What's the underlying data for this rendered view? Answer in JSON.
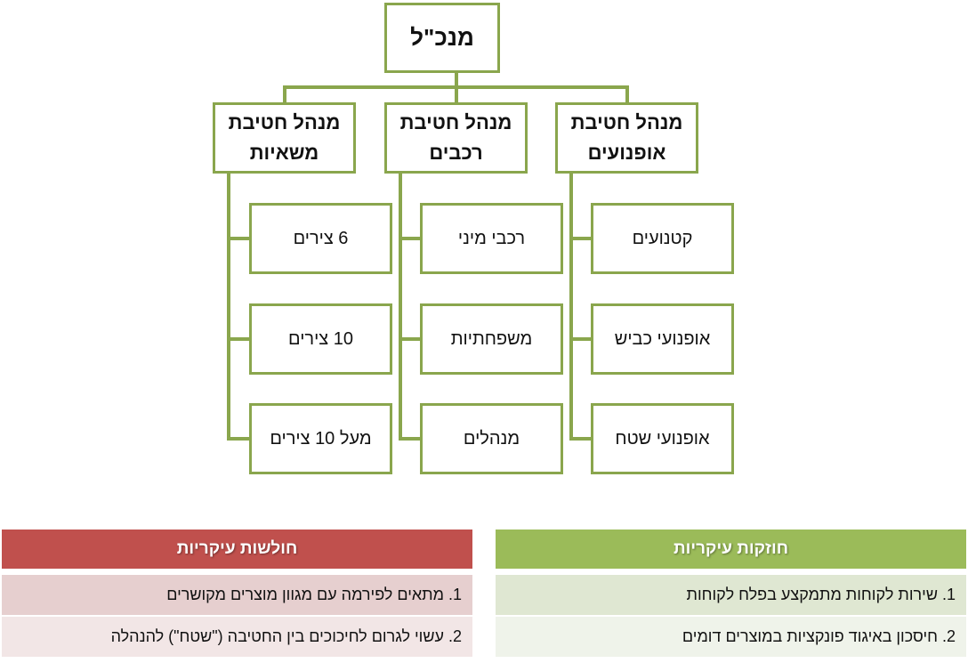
{
  "org": {
    "root": "מנכ\"ל",
    "divisions": [
      {
        "title": "מנהל חטיבת אופנועים",
        "children": [
          "קטנועים",
          "אופנועי כביש",
          "אופנועי שטח"
        ]
      },
      {
        "title": "מנהל חטיבת רכבים",
        "children": [
          "רכבי מיני",
          "משפחתיות",
          "מנהלים"
        ]
      },
      {
        "title": "מנהל חטיבת משאיות",
        "children": [
          "6 צירים",
          "10 צירים",
          "מעל 10 צירים"
        ]
      }
    ]
  },
  "strengths": {
    "title": "חוזקות עיקריות",
    "items": [
      "1. שירות לקוחות מתמקצע בפלח לקוחות",
      "2. חיסכון באיגוד פונקציות במוצרים דומים"
    ],
    "color": "#9bbb59"
  },
  "weaknesses": {
    "title": "חולשות עיקריות",
    "items": [
      "1. מתאים לפירמה עם מגוון מוצרים מקושרים",
      "2. עשוי לגרום לחיכוכים בין החטיבה (\"שטח\") להנהלה"
    ],
    "color": "#c0504d"
  }
}
